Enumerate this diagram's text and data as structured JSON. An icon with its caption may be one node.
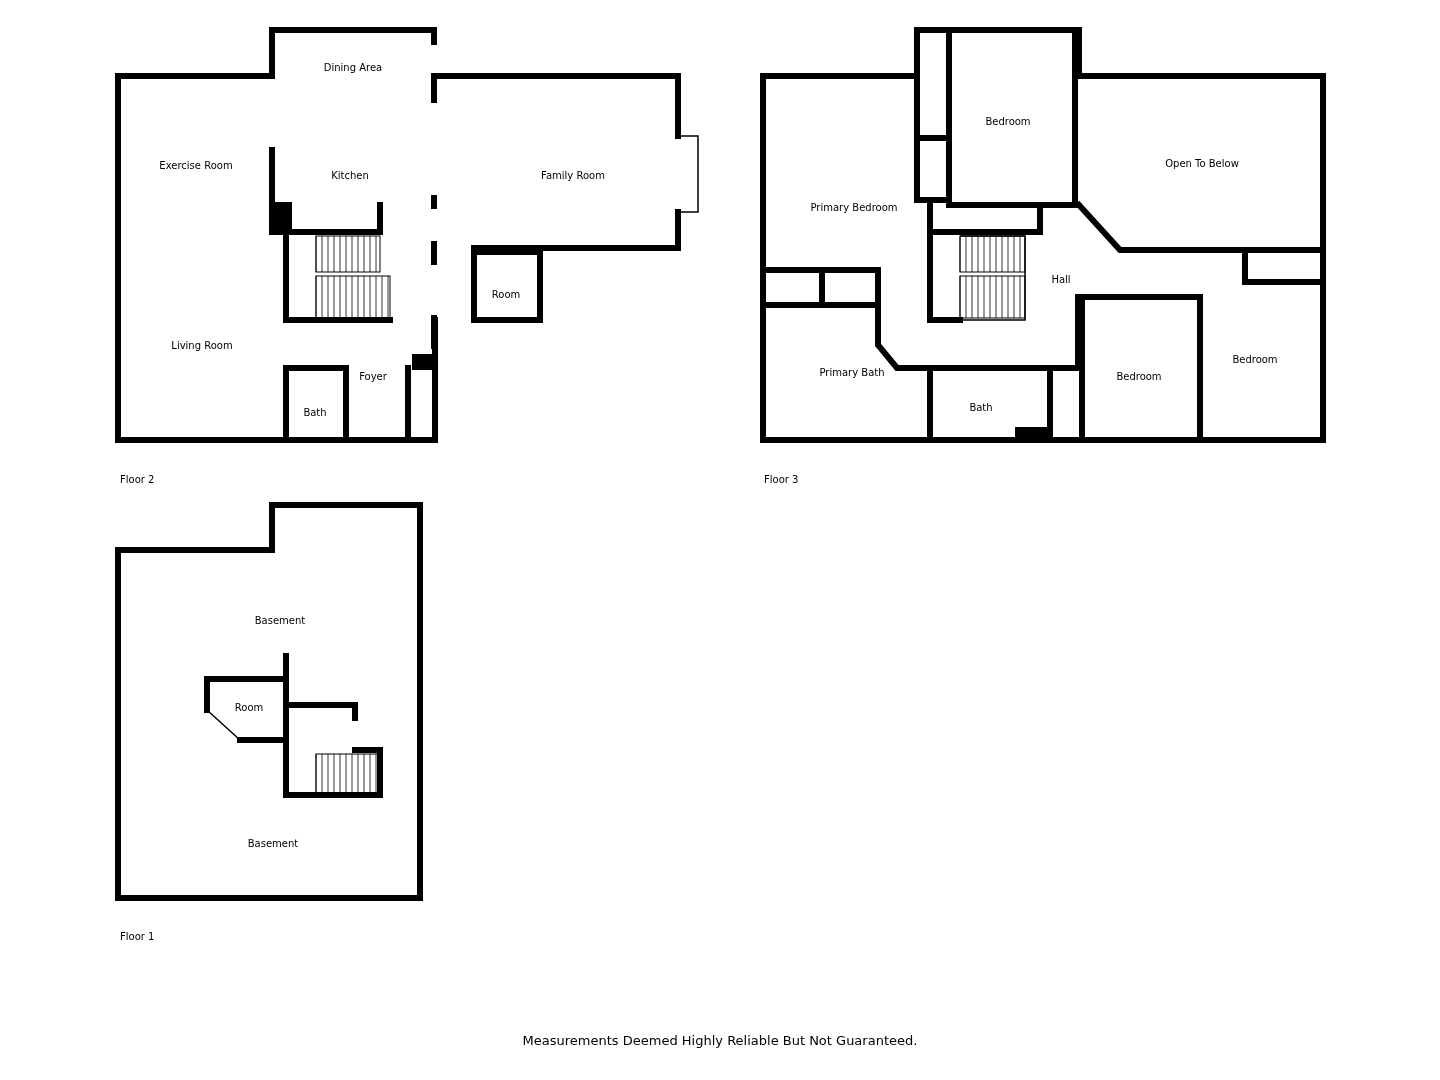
{
  "diagram": {
    "caption": "Measurements Deemed Highly Reliable But Not Guaranteed.",
    "nodes": [
      {
        "text": [
          "Floor 2"
        ]
      },
      {
        "text": [
          "Dining Area"
        ],
        "in": 0
      },
      {
        "text": [
          "Exercise Room"
        ],
        "in": 0
      },
      {
        "text": [
          "Kitchen"
        ],
        "in": 0
      },
      {
        "text": [
          "Family Room"
        ],
        "in": 0
      },
      {
        "text": [
          "Room"
        ],
        "in": 0
      },
      {
        "text": [
          "Living Room"
        ],
        "in": 0
      },
      {
        "text": [
          "Foyer"
        ],
        "in": 0
      },
      {
        "text": [
          "Bath"
        ],
        "in": 0
      },
      {
        "text": [
          "Floor 3"
        ]
      },
      {
        "text": [
          "Bedroom"
        ],
        "in": 9
      },
      {
        "text": [
          "Open To Below"
        ],
        "in": 9
      },
      {
        "text": [
          "Primary Bedroom"
        ],
        "in": 9
      },
      {
        "text": [
          "Hall"
        ],
        "in": 9
      },
      {
        "text": [
          "Primary Bath"
        ],
        "in": 9
      },
      {
        "text": [
          "Bedroom"
        ],
        "in": 9
      },
      {
        "text": [
          "Bedroom"
        ],
        "in": 9
      },
      {
        "text": [
          "Bath"
        ],
        "in": 9
      },
      {
        "text": [
          "Floor 1"
        ]
      },
      {
        "text": [
          "Basement"
        ],
        "in": 18
      },
      {
        "text": [
          "Room"
        ],
        "in": 18
      },
      {
        "text": [
          "Basement"
        ],
        "in": 18
      }
    ],
    "edges": []
  }
}
